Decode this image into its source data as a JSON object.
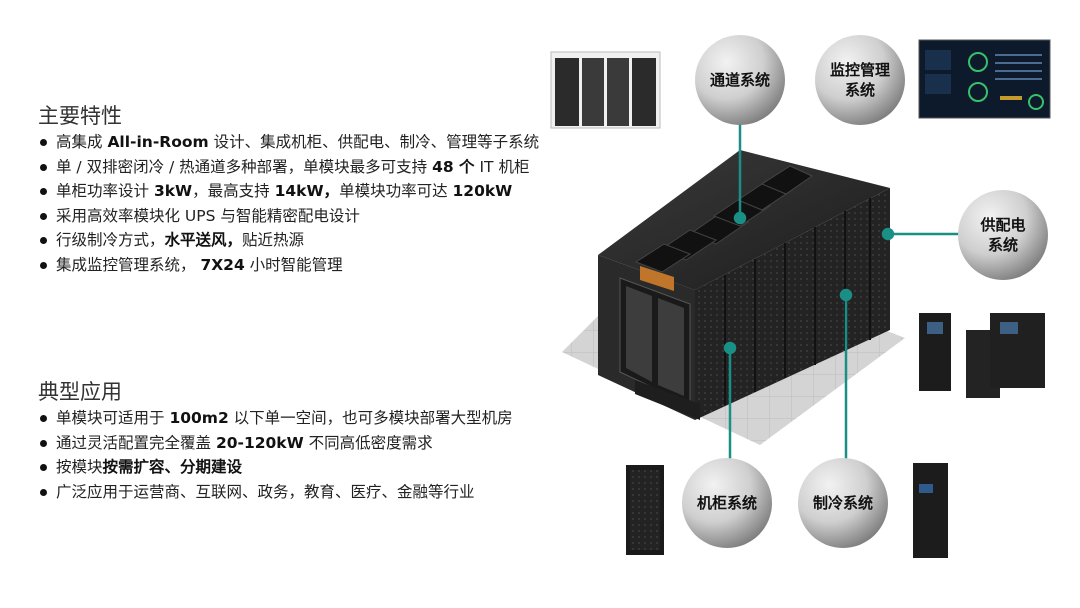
{
  "features": {
    "title": "主要特性",
    "items": [
      [
        {
          "t": "高集成 "
        },
        {
          "t": "All-in-Room",
          "b": true
        },
        {
          "t": " 设计、集成机柜、供配电、制冷、管理等子系统"
        }
      ],
      [
        {
          "t": "单 / 双排密闭冷 / 热通道多种部署，单模块最多可支持 "
        },
        {
          "t": "48 个",
          "b": true
        },
        {
          "t": " IT 机柜"
        }
      ],
      [
        {
          "t": "单柜功率设计 "
        },
        {
          "t": "3kW",
          "b": true
        },
        {
          "t": "，最高支持 "
        },
        {
          "t": "14kW，",
          "b": true
        },
        {
          "t": "单模块功率可达 "
        },
        {
          "t": "120kW",
          "b": true
        }
      ],
      [
        {
          "t": "采用高效率模块化 UPS 与智能精密配电设计"
        }
      ],
      [
        {
          "t": "行级制冷方式，"
        },
        {
          "t": "水平送风，",
          "b": true
        },
        {
          "t": "贴近热源"
        }
      ],
      [
        {
          "t": "集成监控管理系统， "
        },
        {
          "t": "7X24",
          "b": true
        },
        {
          "t": " 小时智能管理"
        }
      ]
    ]
  },
  "applications": {
    "title": "典型应用",
    "items": [
      [
        {
          "t": "单模块可适用于 "
        },
        {
          "t": "100m2",
          "b": true
        },
        {
          "t": " 以下单一空间，也可多模块部署大型机房"
        }
      ],
      [
        {
          "t": "通过灵活配置完全覆盖 "
        },
        {
          "t": "20-120kW",
          "b": true
        },
        {
          "t": " 不同高低密度需求"
        }
      ],
      [
        {
          "t": "按模块"
        },
        {
          "t": "按需扩容、分期建设",
          "b": true
        }
      ],
      [
        {
          "t": "广泛应用于运营商、互联网、政务，教育、医疗、金融等行业"
        }
      ]
    ]
  },
  "subsystems": {
    "aisle": "通道系统",
    "monitoring": "监控管理\n系统",
    "power": "供配电\n系统",
    "cabinet": "机柜系统",
    "cooling": "制冷系统"
  },
  "colors": {
    "connector": "#1a8f86",
    "bubble_light": "#d9d9d9",
    "bubble_dark": "#8a8a8a",
    "cabinet_body": "#262626"
  }
}
